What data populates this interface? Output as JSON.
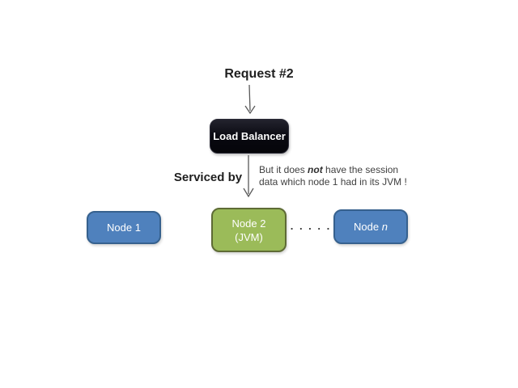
{
  "diagram": {
    "request_title": "Request #2",
    "load_balancer": {
      "label": "Load Balancer",
      "fill": "#0a0a12",
      "text_color": "#ffffff"
    },
    "serviced_by": "Serviced by",
    "note": {
      "line1_prefix": "But it does ",
      "line1_emph": "not",
      "line1_suffix": " have the session",
      "line2": "data which node 1 had in its JVM !"
    },
    "nodes": [
      {
        "label": "Node 1",
        "fill": "#4f81bd",
        "border": "#36618e"
      },
      {
        "line1": "Node 2",
        "line2": "(JVM)",
        "fill": "#9bbb59",
        "border": "#5e6b35"
      },
      {
        "prefix": "Node ",
        "italic": "n",
        "fill": "#4f81bd",
        "border": "#36618e"
      }
    ],
    "ellipsis_dots": ". . . . .",
    "colors": {
      "background": "#ffffff",
      "arrow": "#595959",
      "heading_text": "#1f1f1f",
      "note_text": "#3f3f3f"
    }
  }
}
